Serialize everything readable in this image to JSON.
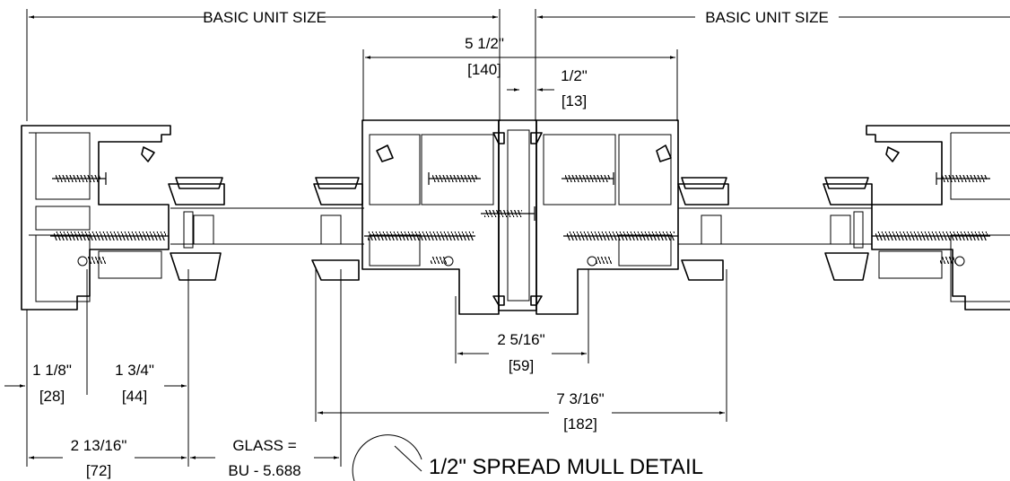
{
  "drawing": {
    "title": "1/2\" SPREAD MULL DETAIL"
  },
  "dimensions": {
    "basic_unit_left": "BASIC UNIT SIZE",
    "basic_unit_right": "BASIC UNIT SIZE",
    "mull_width": {
      "imperial": "5 1/2\"",
      "metric": "[140]"
    },
    "spread": {
      "imperial": "1/2\"",
      "metric": "[13]"
    },
    "dim_1_1_8": {
      "imperial": "1 1/8\"",
      "metric": "[28]"
    },
    "dim_1_3_4": {
      "imperial": "1 3/4\"",
      "metric": "[44]"
    },
    "dim_2_13_16": {
      "imperial": "2 13/16\"",
      "metric": "[72]"
    },
    "glass": {
      "line1": "GLASS =",
      "line2": "BU - 5.688"
    },
    "dim_2_5_16": {
      "imperial": "2 5/16\"",
      "metric": "[59]"
    },
    "dim_7_3_16": {
      "imperial": "7 3/16\"",
      "metric": "[182]"
    }
  }
}
